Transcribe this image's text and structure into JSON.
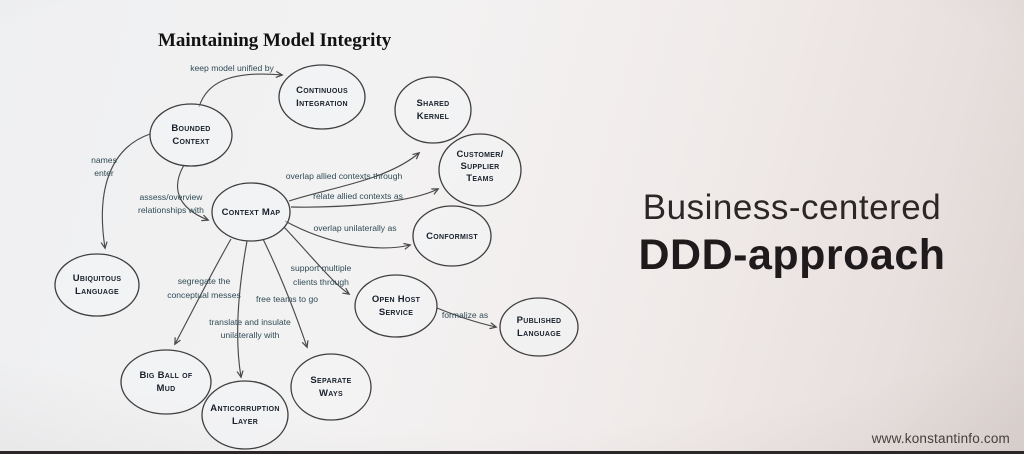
{
  "title": "Maintaining Model Integrity",
  "headline": {
    "line1": "Business-centered",
    "line2": "DDD-approach"
  },
  "website": "www.konstantinfo.com",
  "colors": {
    "background_left": "#f0f0f2",
    "background_right": "#ddd4d2",
    "diagram_stroke": "#3f3f3f",
    "node_text": "#18202c",
    "edge_label_text": "#2f4b55",
    "headline_text": "#1f1b1c",
    "bottom_bar": "#2c2829"
  },
  "diagram": {
    "nodes": [
      {
        "id": "bounded-context",
        "lines": [
          "Bounded",
          "Context"
        ]
      },
      {
        "id": "continuous-integration",
        "lines": [
          "Continuous",
          "Integration"
        ]
      },
      {
        "id": "shared-kernel",
        "lines": [
          "Shared",
          "Kernel"
        ]
      },
      {
        "id": "customer-supplier-teams",
        "lines": [
          "Customer/",
          "Supplier",
          "Teams"
        ]
      },
      {
        "id": "context-map",
        "lines": [
          "Context Map"
        ]
      },
      {
        "id": "conformist",
        "lines": [
          "Conformist"
        ]
      },
      {
        "id": "ubiquitous-language",
        "lines": [
          "Ubiquitous",
          "Language"
        ]
      },
      {
        "id": "open-host-service",
        "lines": [
          "Open Host",
          "Service"
        ]
      },
      {
        "id": "published-language",
        "lines": [
          "Published",
          "Language"
        ]
      },
      {
        "id": "big-ball-of-mud",
        "lines": [
          "Big Ball of",
          "Mud"
        ]
      },
      {
        "id": "anticorruption-layer",
        "lines": [
          "Anticorruption",
          "Layer"
        ]
      },
      {
        "id": "separate-ways",
        "lines": [
          "Separate",
          "Ways"
        ]
      }
    ],
    "edge_labels": [
      {
        "id": "keep-model-unified-by",
        "lines": [
          "keep model unified by"
        ]
      },
      {
        "id": "names-enter",
        "lines": [
          "names",
          "enter"
        ]
      },
      {
        "id": "assess-overview",
        "lines": [
          "assess/overview",
          "relationships with"
        ]
      },
      {
        "id": "overlap-allied",
        "lines": [
          "overlap allied contexts through"
        ]
      },
      {
        "id": "relate-allied",
        "lines": [
          "relate allied contexts as"
        ]
      },
      {
        "id": "overlap-unilaterally",
        "lines": [
          "overlap unilaterally as"
        ]
      },
      {
        "id": "segregate",
        "lines": [
          "segregate the",
          "conceptual messes"
        ]
      },
      {
        "id": "support-multiple",
        "lines": [
          "support multiple",
          "clients through"
        ]
      },
      {
        "id": "free-teams",
        "lines": [
          "free teams to go"
        ]
      },
      {
        "id": "translate-insulate",
        "lines": [
          "translate and insulate",
          "unilaterally with"
        ]
      },
      {
        "id": "formalize-as",
        "lines": [
          "formalize as"
        ]
      }
    ]
  }
}
